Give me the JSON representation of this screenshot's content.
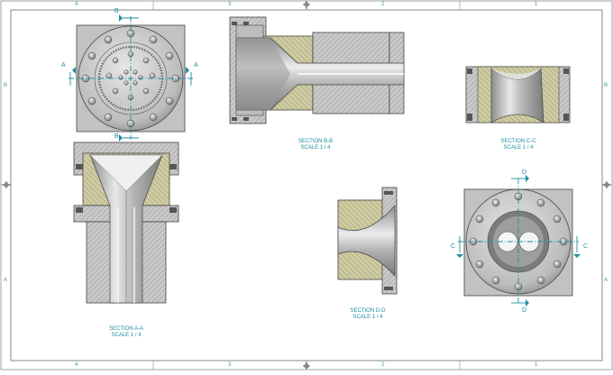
{
  "border": {
    "top_zones": [
      "4",
      "3",
      "2",
      "1"
    ],
    "bottom_zones": [
      "4",
      "3",
      "2",
      "1"
    ],
    "left_zones": [
      "B",
      "A"
    ],
    "right_zones": [
      "B",
      "A"
    ]
  },
  "views": {
    "section_aa": {
      "title": "SECTION A-A",
      "scale": "SCALE 1 / 4",
      "letter": "A"
    },
    "section_bb": {
      "title": "SECTION B-B",
      "scale": "SCALE 1 / 4",
      "letter": "B"
    },
    "section_cc": {
      "title": "SECTION C-C",
      "scale": "SCALE 1 / 4",
      "letter": "C"
    },
    "section_dd": {
      "title": "SECTION D-D",
      "scale": "SCALE 1 / 4",
      "letter": "D"
    }
  },
  "colors": {
    "section_line": "#1f8ea0",
    "hatch_grey": "#9a9a9a",
    "hatch_olive": "#a8a578",
    "metal": "#bdbdbd"
  }
}
